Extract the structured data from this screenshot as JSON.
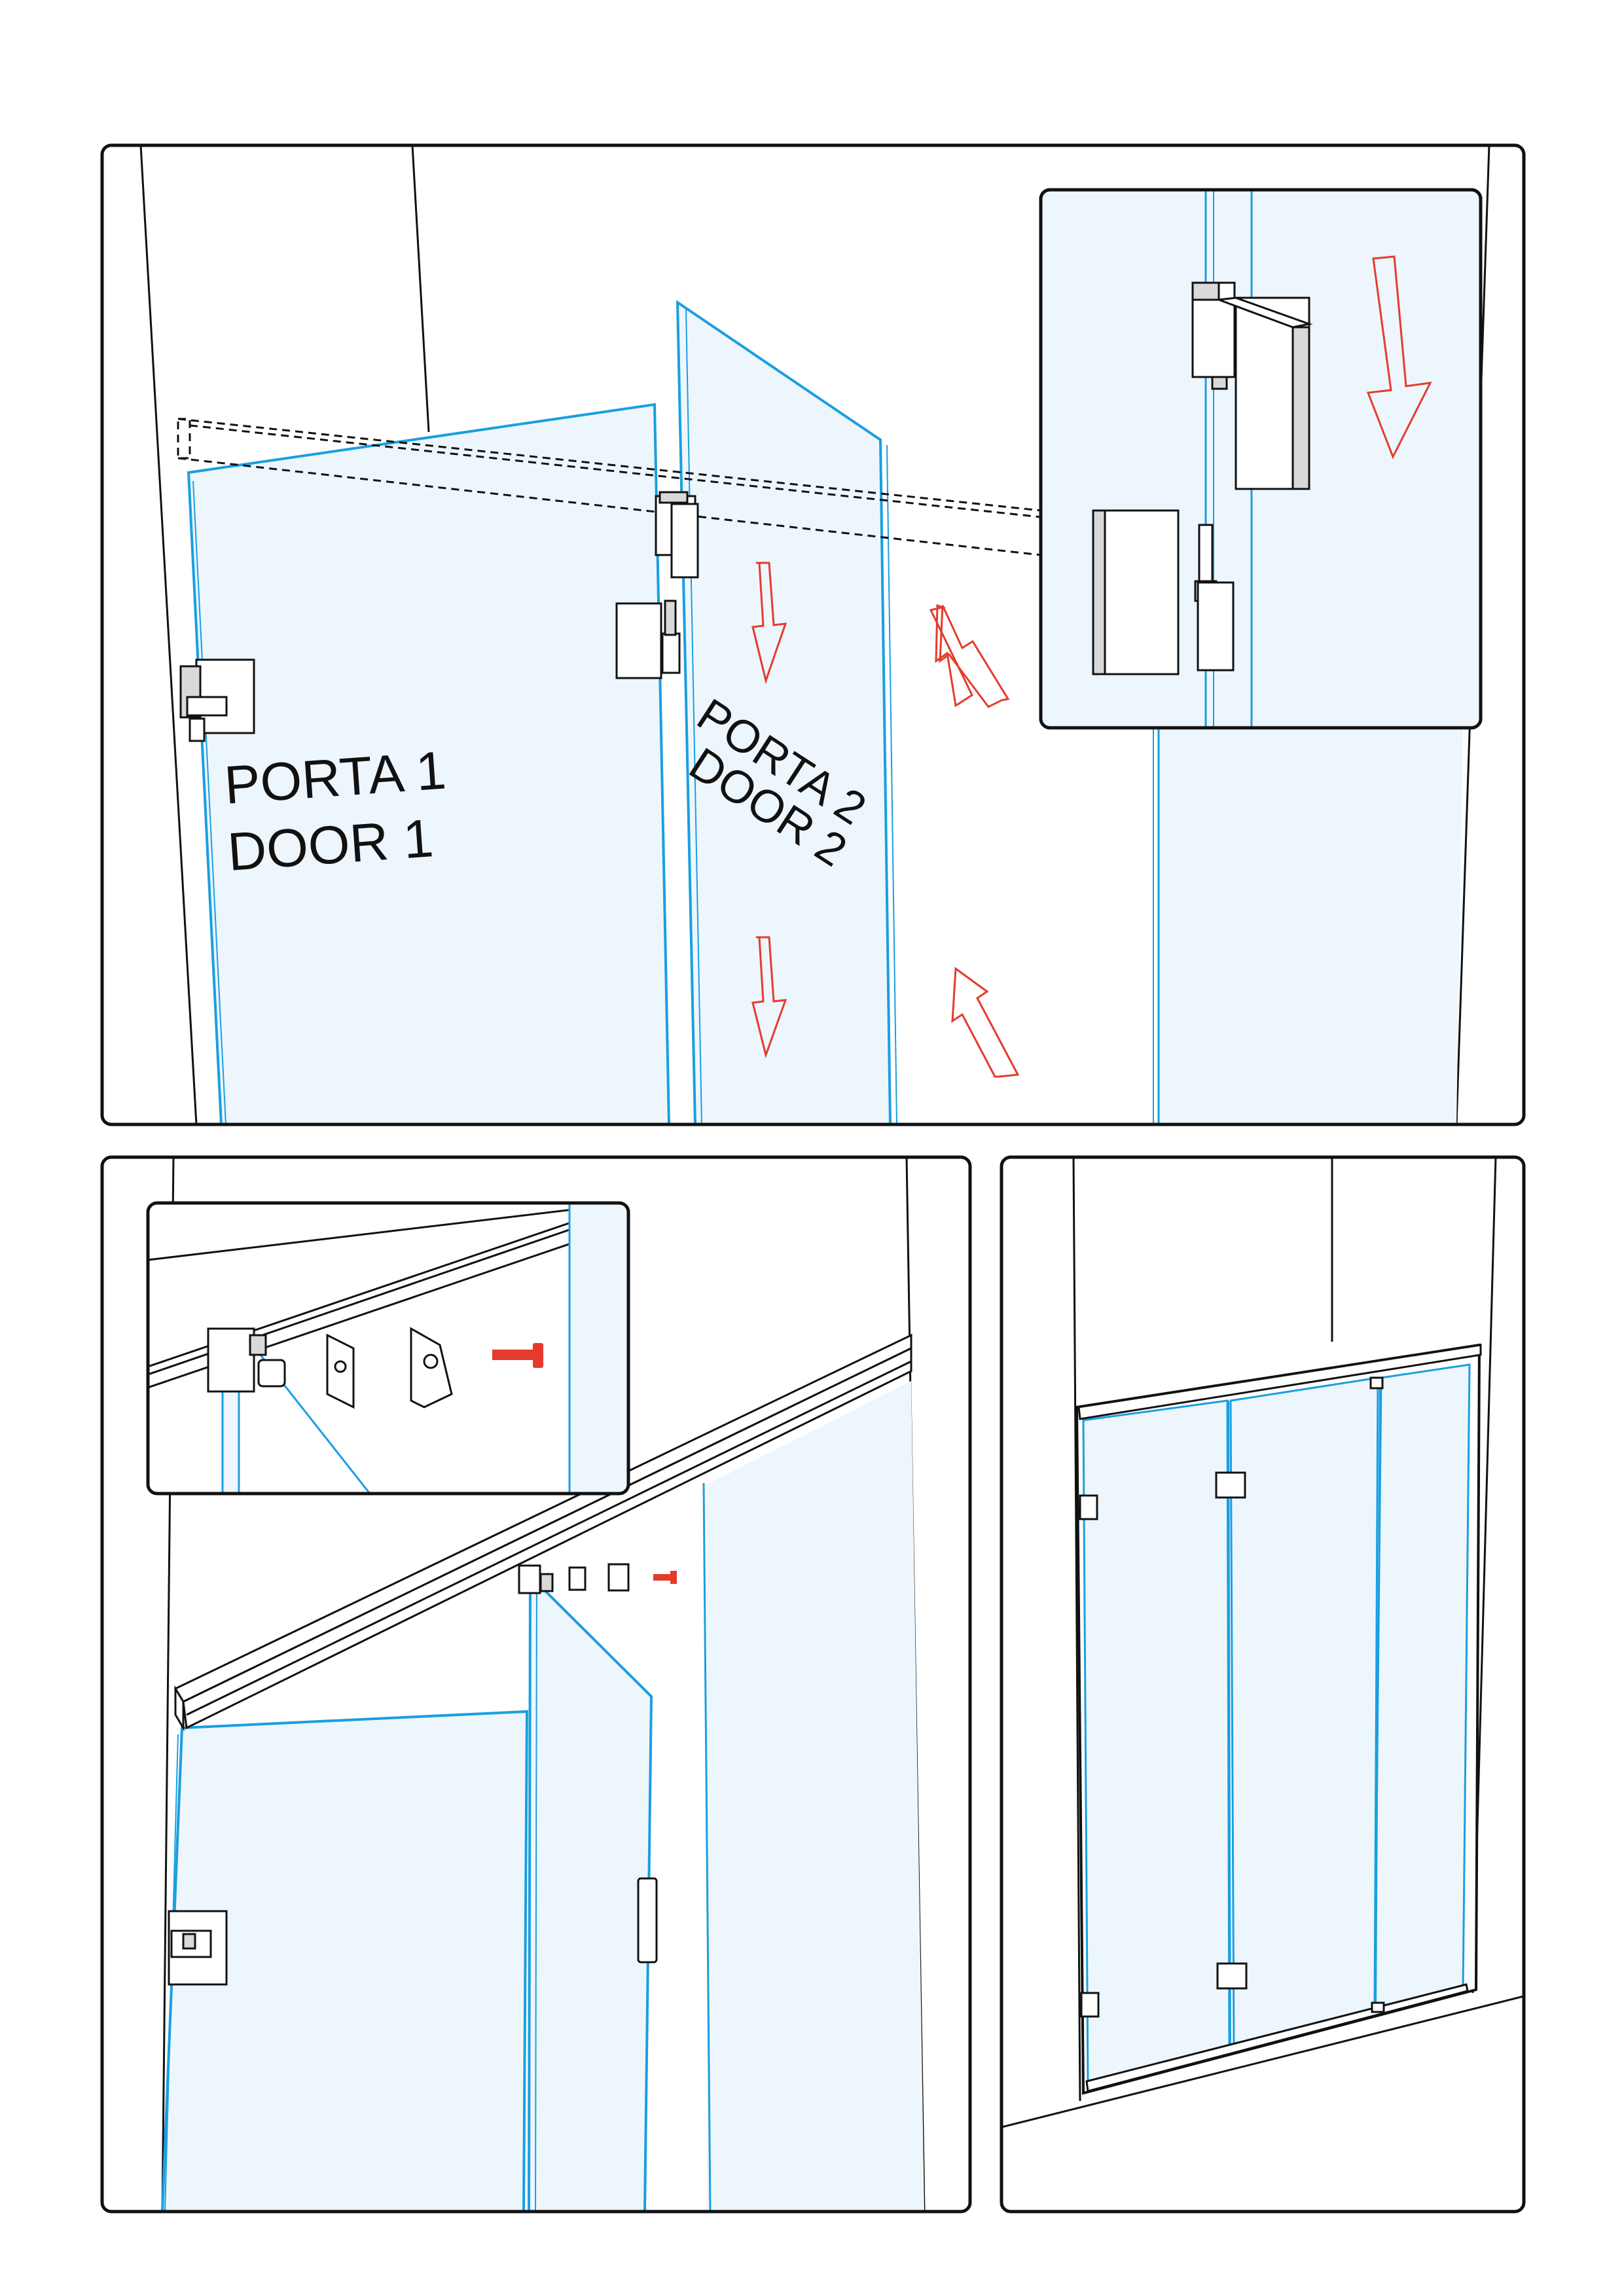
{
  "panel_top": {
    "door1_label_line1": "PORTA 1",
    "door1_label_line2": "DOOR 1",
    "door2_label_line1": "PORTA 2",
    "door2_label_line2": "DOOR 2"
  },
  "colors": {
    "glass_edge": "#1a9fe0",
    "glass_fill": "#eef6fd",
    "arrow": "#e53b2c",
    "screw": "#e53b2c",
    "line": "#111111",
    "background": "#ffffff"
  }
}
